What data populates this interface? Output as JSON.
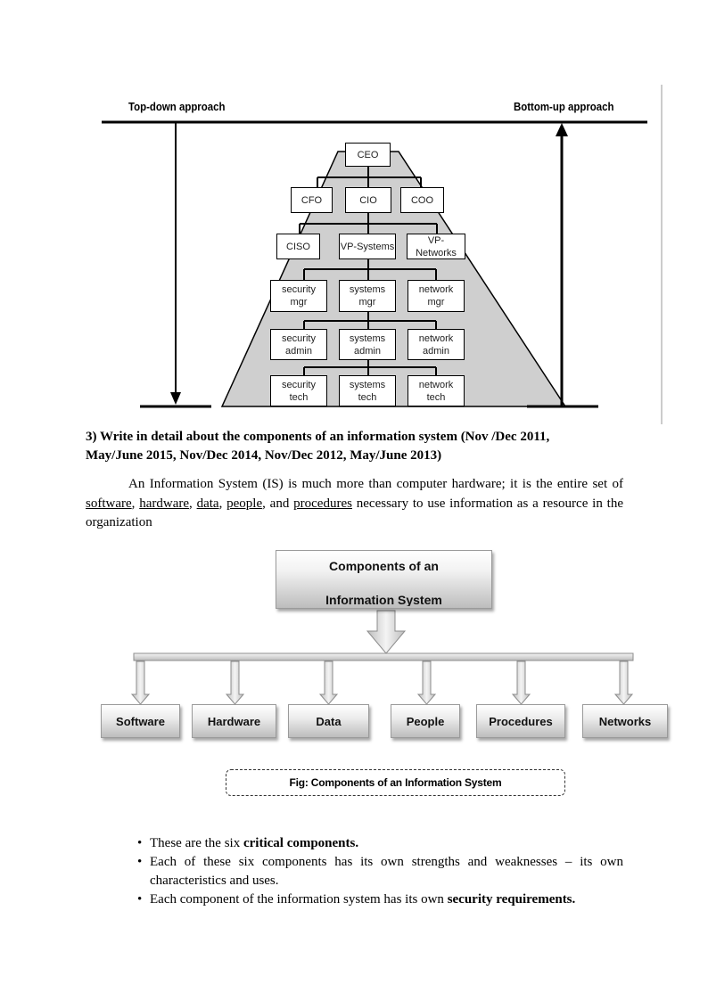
{
  "figure1": {
    "top_down_label": "Top-down approach",
    "bottom_up_label": "Bottom-up approach",
    "org": {
      "ceo": "CEO",
      "cfo": "CFO",
      "cio": "CIO",
      "coo": "COO",
      "ciso": "CISO",
      "vp_systems": "VP-Systems",
      "vp_networks": "VP-Networks",
      "security_mgr": [
        "security",
        "mgr"
      ],
      "systems_mgr": [
        "systems",
        "mgr"
      ],
      "network_mgr": [
        "network",
        "mgr"
      ],
      "security_admin": [
        "security",
        "admin"
      ],
      "systems_admin": [
        "systems",
        "admin"
      ],
      "network_admin": [
        "network",
        "admin"
      ],
      "security_tech": [
        "security",
        "tech"
      ],
      "systems_tech": [
        "systems",
        "tech"
      ],
      "network_tech": [
        "network",
        "tech"
      ]
    },
    "colors": {
      "pyramid_fill": "#cfcfcf",
      "line": "#000000"
    }
  },
  "question": {
    "line1": "3) Write in detail about the components of an information system (Nov /Dec 2011,",
    "line2": "May/June 2015, Nov/Dec 2014, Nov/Dec 2012, May/June 2013)"
  },
  "paragraph": {
    "intro": "An Information System (IS) is much more than computer hardware; it is the entire set of ",
    "software": "software",
    "sep1": ", ",
    "hardware": "hardware",
    "sep2": ", ",
    "data": "data",
    "sep3": ", ",
    "people": "people",
    "sep4": ", and ",
    "procedures": "procedures",
    "outro": " necessary to use information as a resource in the organization"
  },
  "figure2": {
    "title_line1": "Components of an",
    "title_line2": "Information System",
    "components": {
      "software": "Software",
      "hardware": "Hardware",
      "data": "Data",
      "people": "People",
      "procedures": "Procedures",
      "networks": "Networks"
    },
    "caption": "Fig: Components of an Information System",
    "colors": {
      "box_light": "#ffffff",
      "box_dark": "#bdbdbd",
      "arrow": "#c8c8c8"
    }
  },
  "bullets": {
    "b1_text": "These are the six ",
    "b1_bold": "critical components.",
    "b2_text": "Each of these six components has its own strengths and weaknesses – its own characteristics and uses.",
    "b3_text": "Each component of the information system has its own ",
    "b3_bold": "security requirements."
  }
}
